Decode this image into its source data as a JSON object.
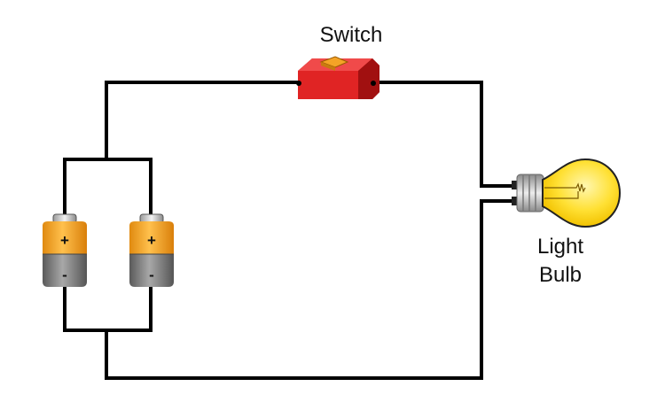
{
  "labels": {
    "switch": "Switch",
    "bulb_line1": "Light",
    "bulb_line2": "Bulb"
  },
  "batteries": [
    {
      "positive": "+",
      "negative": "-"
    },
    {
      "positive": "+",
      "negative": "-"
    }
  ],
  "colors": {
    "wire": "#000000",
    "switch_body": "#d91e1e",
    "switch_toggle": "#f4a326",
    "battery_top": "#f5a623",
    "battery_bottom": "#8a8a8a",
    "bulb_glass": "#ffe033",
    "bulb_base": "#c8c8c8"
  },
  "icons": {
    "battery": "battery-icon",
    "switch": "switch-icon",
    "bulb": "light-bulb-icon"
  }
}
